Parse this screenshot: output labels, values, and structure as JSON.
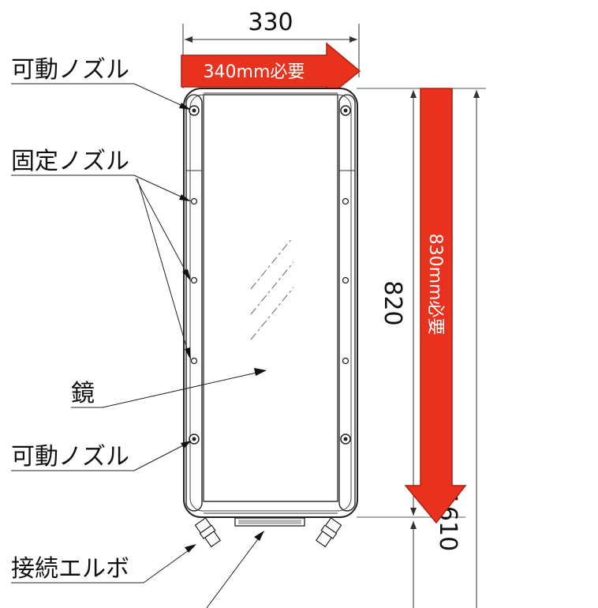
{
  "dimensions": {
    "width": "330",
    "height": "820",
    "total_height_partial": "1610"
  },
  "arrows": {
    "width_required": "340mm必要",
    "height_required": "830mm必要",
    "arrow_color": "#e8321e"
  },
  "labels": {
    "movable_nozzle_top": "可動ノズル",
    "fixed_nozzle": "固定ノズル",
    "mirror": "鏡",
    "movable_nozzle_bottom": "可動ノズル",
    "connection_elbow": "接続エルボ"
  }
}
